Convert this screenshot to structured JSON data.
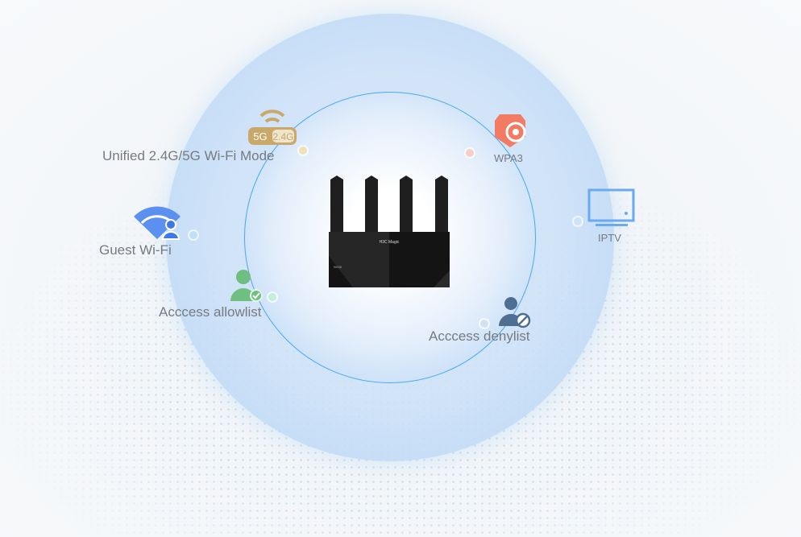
{
  "features": [
    {
      "label": "Unified 2.4G/5G Wi-Fi Mode",
      "icon": "dual-band-wifi-icon",
      "badge_left": "5G",
      "badge_right": "2.4G",
      "color": "#c9a86a"
    },
    {
      "label": "WPA3",
      "icon": "shield-security-icon",
      "color": "#f27b63"
    },
    {
      "label": "IPTV",
      "icon": "tv-icon",
      "color": "#6aaaf0"
    },
    {
      "label": "Guest Wi-Fi",
      "icon": "guest-wifi-icon",
      "color": "#5b8ff0"
    },
    {
      "label": "Acccess allowlist",
      "icon": "user-check-icon",
      "color": "#6fbf82"
    },
    {
      "label": "Acccess denylist",
      "icon": "user-block-icon",
      "color": "#4f6f92"
    }
  ],
  "router": {
    "brand": "H3C Magic",
    "model": "NX30"
  },
  "colors": {
    "ring": "#4aa8f0",
    "text": "#777b80"
  }
}
